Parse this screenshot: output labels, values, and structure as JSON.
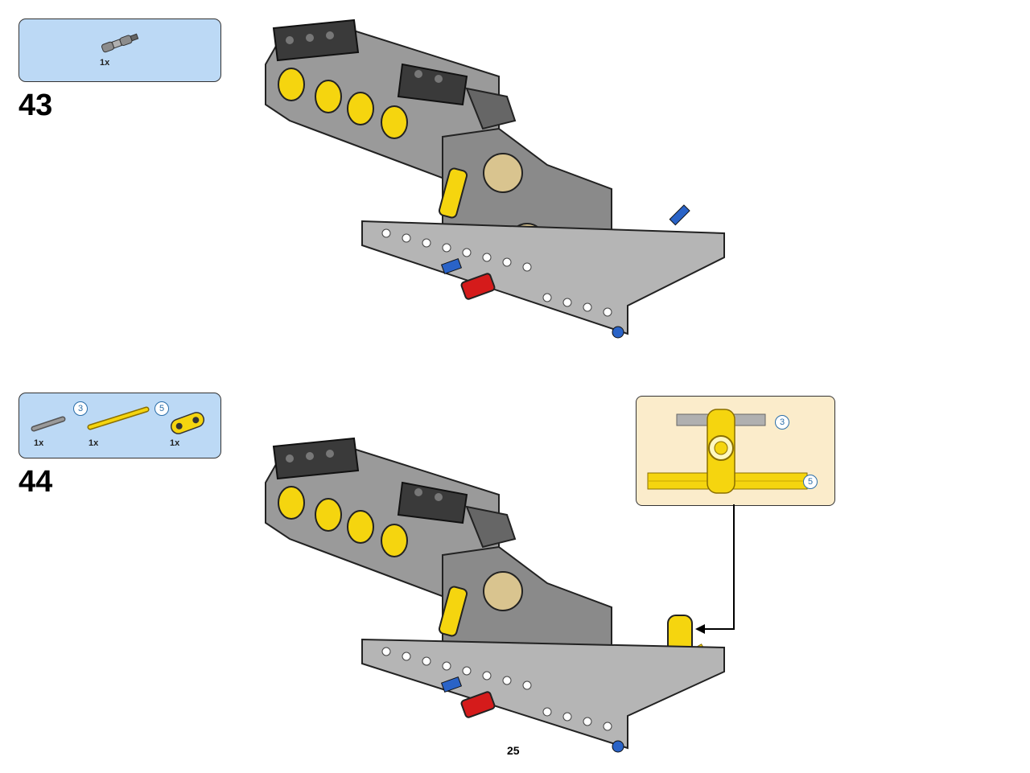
{
  "step_43": {
    "number": "43",
    "parts": [
      {
        "icon": "technic-universal-joint-icon",
        "qty": "1x"
      }
    ]
  },
  "step_44": {
    "number": "44",
    "parts": [
      {
        "icon": "technic-axle-3-icon",
        "qty": "1x",
        "length": "3"
      },
      {
        "icon": "technic-axle-5-icon",
        "qty": "1x",
        "length": "5"
      },
      {
        "icon": "technic-axle-connector-icon",
        "qty": "1x"
      }
    ],
    "callout": {
      "axle_top_length": "3",
      "axle_bottom_length": "5"
    }
  },
  "page_number": "25",
  "colors": {
    "parts_box": "#bcd9f5",
    "callout_box": "#fbeccb",
    "brick_gray": "#9a9a9a",
    "brick_dark": "#3a3a3a",
    "yellow": "#f5d50f",
    "blue": "#2a63c7",
    "red": "#d51b1b",
    "tan": "#d9c48f"
  }
}
